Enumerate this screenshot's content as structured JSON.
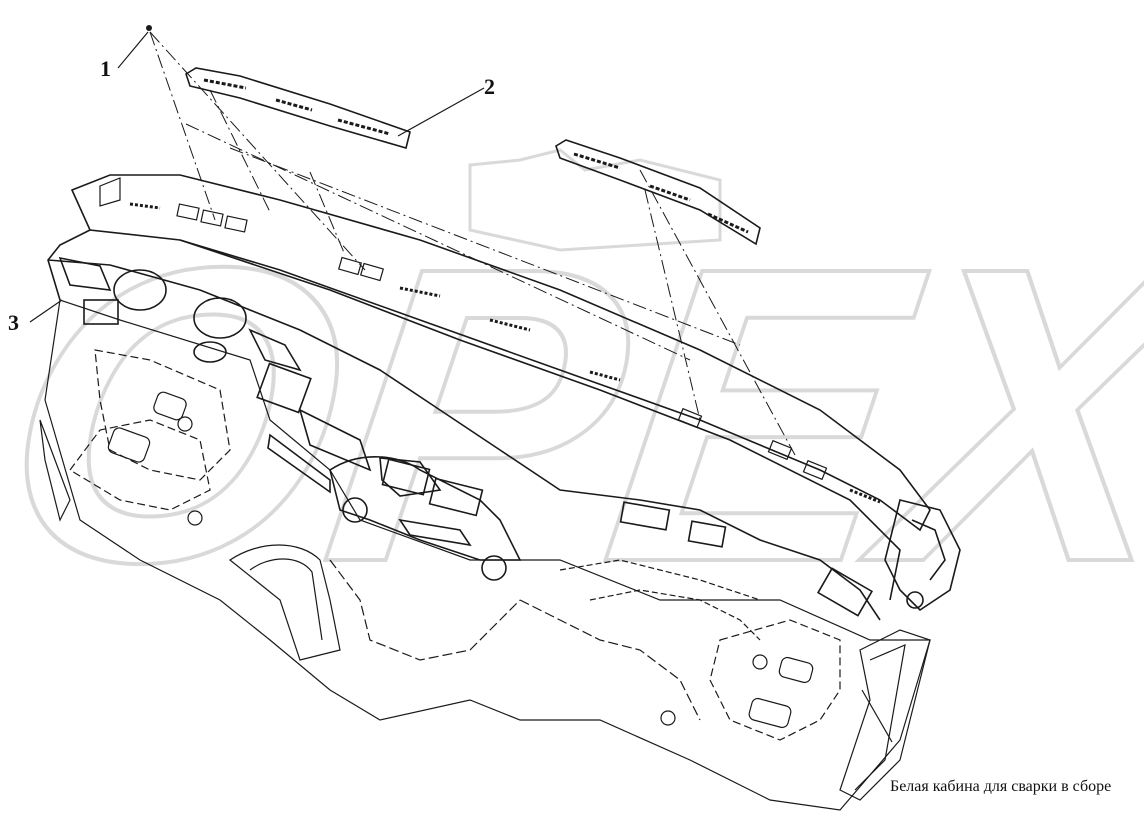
{
  "callouts": {
    "c1": "1",
    "c2": "2",
    "c3": "3"
  },
  "caption": "Белая кабина для сварки в сборе",
  "watermark": "OPEX",
  "colors": {
    "line": "#1a1a1a",
    "watermark": "#d9d9d9",
    "background": "#ffffff"
  }
}
